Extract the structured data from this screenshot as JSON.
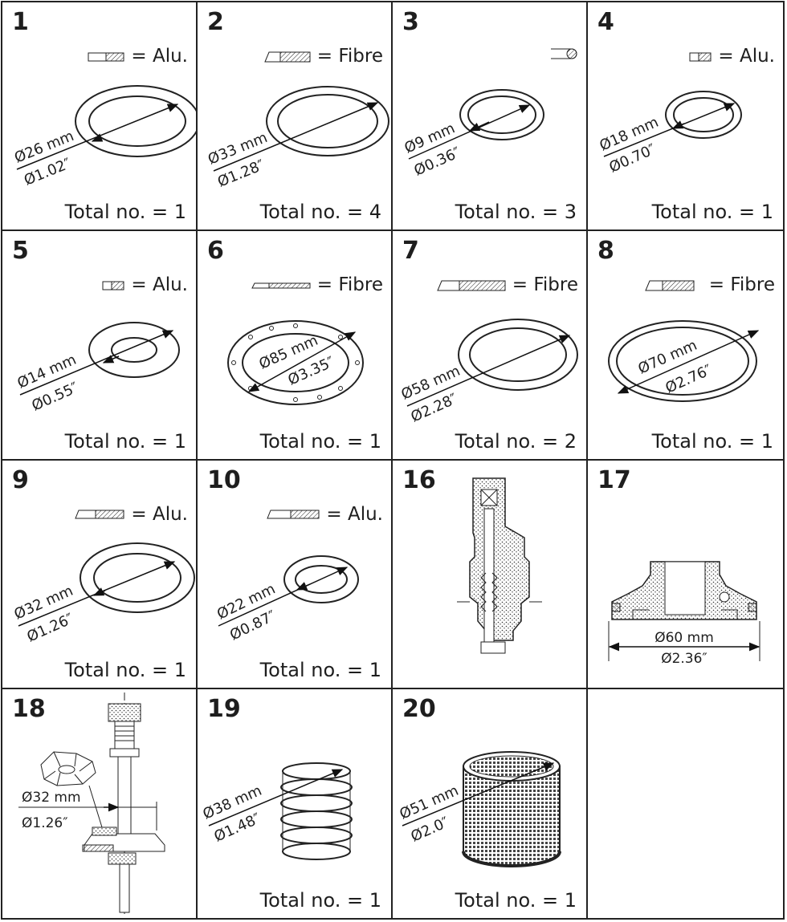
{
  "parts": [
    {
      "number": "1",
      "material": "= Alu.",
      "dia_mm": "Ø26 mm",
      "dia_in": "Ø1.02″",
      "total": "Total no. = 1"
    },
    {
      "number": "2",
      "material": "= Fibre",
      "dia_mm": "Ø33 mm",
      "dia_in": "Ø1.28″",
      "total": "Total no. = 4"
    },
    {
      "number": "3",
      "material": "",
      "dia_mm": "Ø9 mm",
      "dia_in": "Ø0.36″",
      "total": "Total no. = 3"
    },
    {
      "number": "4",
      "material": "= Alu.",
      "dia_mm": "Ø18 mm",
      "dia_in": "Ø0.70″",
      "total": "Total no. = 1"
    },
    {
      "number": "5",
      "material": "= Alu.",
      "dia_mm": "Ø14 mm",
      "dia_in": "Ø0.55″",
      "total": "Total no. = 1"
    },
    {
      "number": "6",
      "material": "= Fibre",
      "dia_mm": "Ø85 mm",
      "dia_in": "Ø3.35″",
      "total": "Total no. = 1"
    },
    {
      "number": "7",
      "material": "= Fibre",
      "dia_mm": "Ø58 mm",
      "dia_in": "Ø2.28″",
      "total": "Total no. = 2"
    },
    {
      "number": "8",
      "material": "= Fibre",
      "dia_mm": "Ø70 mm",
      "dia_in": "Ø2.76″",
      "total": "Total no. = 1"
    },
    {
      "number": "9",
      "material": "= Alu.",
      "dia_mm": "Ø32 mm",
      "dia_in": "Ø1.26″",
      "total": "Total no. = 1"
    },
    {
      "number": "10",
      "material": "= Alu.",
      "dia_mm": "Ø22 mm",
      "dia_in": "Ø0.87″",
      "total": "Total no. = 1"
    },
    {
      "number": "16",
      "material": "",
      "dia_mm": "",
      "dia_in": "",
      "total": ""
    },
    {
      "number": "17",
      "material": "",
      "dia_mm": "Ø60 mm",
      "dia_in": "Ø2.36″",
      "total": ""
    },
    {
      "number": "18",
      "material": "",
      "dia_mm": "Ø32 mm",
      "dia_in": "Ø1.26″",
      "total": ""
    },
    {
      "number": "19",
      "material": "",
      "dia_mm": "Ø38 mm",
      "dia_in": "Ø1.48″",
      "total": "Total no. = 1"
    },
    {
      "number": "20",
      "material": "",
      "dia_mm": "Ø51 mm",
      "dia_in": "Ø2.0″",
      "total": "Total no. = 1"
    },
    {
      "number": "",
      "material": "",
      "dia_mm": "",
      "dia_in": "",
      "total": ""
    }
  ]
}
